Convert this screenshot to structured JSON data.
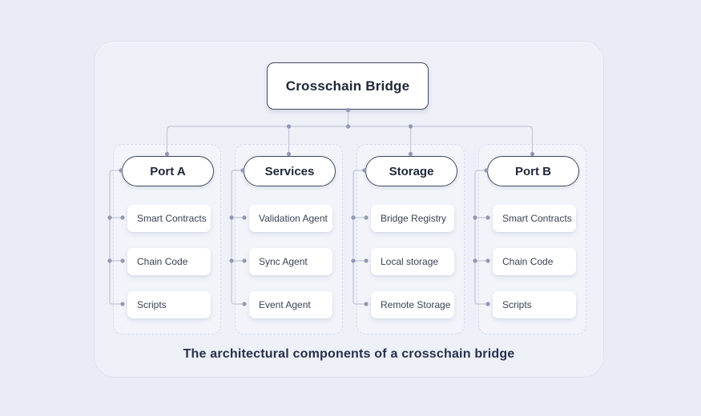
{
  "root": {
    "label": "Crosschain Bridge"
  },
  "caption": "The architectural components of a crosschain bridge",
  "columns": [
    {
      "title": "Port A",
      "children": [
        "Smart Contracts",
        "Chain Code",
        "Scripts"
      ]
    },
    {
      "title": "Services",
      "children": [
        "Validation Agent",
        "Sync Agent",
        "Event Agent"
      ]
    },
    {
      "title": "Storage",
      "children": [
        "Bridge Registry",
        "Local storage",
        "Remote Storage"
      ]
    },
    {
      "title": "Port B",
      "children": [
        "Smart Contracts",
        "Chain Code",
        "Scripts"
      ]
    }
  ],
  "colors": {
    "page-bg": "#e9ecf5",
    "card-bg": "#eef0f8",
    "card-border": "#dfe2ee",
    "column-bg": "#f2f4fa",
    "column-border": "#d8dcec",
    "node-bg": "#ffffff",
    "node-border": "#424a5f",
    "connector-line": "#c1c5d8",
    "connector-dot": "#9397af",
    "heading-text": "#1e2638",
    "item-text": "#3a4153",
    "caption-text": "#26304a"
  }
}
